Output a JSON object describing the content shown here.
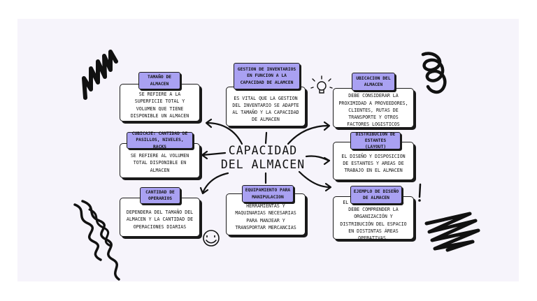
{
  "center": {
    "line1": "CAPACIDAD",
    "line2": "DEL ALMACEN"
  },
  "nodes": {
    "tamano": {
      "title": "TAMAÑO DE ALMACEN",
      "body": "SE REFIERE A LA SUPERFICIE TOTAL Y VOLUMEN QUE TIENE DISPONIBLE UN ALMACEN"
    },
    "gestion": {
      "title": "GESTION DE INVENTARIOS EN FUNCION A LA CAPACIDAD DE ALAMCEN",
      "body": "ES VITAL QUE LA GESTION DEL INVENTARIO SE ADAPTE AL TAMAÑO Y LA CAPACIDAD DE ALMACEN"
    },
    "ubicacion": {
      "title": "UBICACION DEL ALMACEN",
      "body": "DEBE CONSIDERAR LA PROXIMIDAD A PROVEEDORES, CLIENTES, RUTAS DE TRANSPORTE Y OTROS FACTORES LOGISTICOS"
    },
    "cubicaje": {
      "title": "CUBICAJE: CANTIDAD DE PASILLOS, NIVELES, RACKS",
      "body": "SE REFIERE AL VOLUMEN TOTAL DISPONIBLE EN ALMACEN"
    },
    "distribucion": {
      "title": "DISTRIBUCION DE ESTANTES (LAYOUT)",
      "body": "EL DISEÑO Y DISPOSICION DE ESTANTES Y AREAS DE TRABAJO EN EL ALMACEN"
    },
    "operarios": {
      "title": "CANTIDAD DE OPERARIOS",
      "body": "DEPENDERA DEL TAMAÑO DEL ALMACEN Y LA CANTIDAD DE OPERACIONES DIARIAS"
    },
    "equipamiento": {
      "title": "EQUIPAMIENTO PARA MANIPULACION",
      "body": "HERRAMIENTAS Y MAQUINARIAS NECESARIAS PARA MANJEAR Y TRANSPORTAR MERCANCIAS"
    },
    "ejemplo": {
      "title": "EJEMPLO DE DISEÑO DE ALMACEN",
      "body": "EL DISEÑO DE ALMACENES DEBE COMPRENDER LA ORGANIZACIÓN Y DISTRIBUCIÓN DEL ESPACIO EN DISTINTAS ÁREAS OPERATIVAS."
    }
  },
  "colors": {
    "tag": "#a9a1f2",
    "ink": "#1a1a1a",
    "background": "#f6f4fb"
  }
}
